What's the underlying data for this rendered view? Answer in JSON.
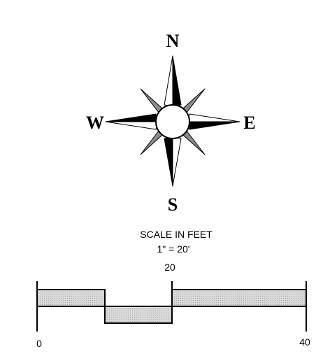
{
  "compass": {
    "north_label": "N",
    "south_label": "S",
    "east_label": "E",
    "west_label": "W",
    "colors": {
      "main_points": "#000000",
      "diagonal_points": "#8c8c8c",
      "center_ring_fill": "#ffffff",
      "outline": "#000000"
    }
  },
  "scale": {
    "title": "SCALE IN FEET",
    "ratio": "1\" = 20'",
    "ticks": [
      {
        "label": "0"
      },
      {
        "label": "20"
      },
      {
        "label": "40"
      }
    ],
    "colors": {
      "bar_fill": "#d4d4d4",
      "bar_stroke": "#000000"
    }
  }
}
